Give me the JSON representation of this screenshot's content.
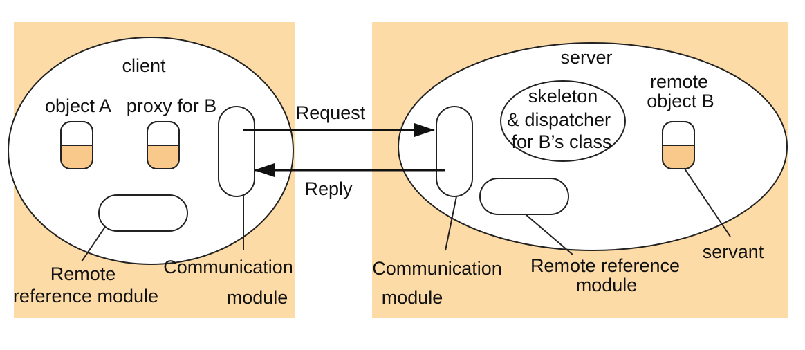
{
  "colors": {
    "panel": "#fddba7",
    "fill": "#ffffff",
    "half_fill": "#f8c98a",
    "stroke": "#222222",
    "text": "#111111"
  },
  "client": {
    "title": "client",
    "object_a": "object A",
    "proxy_b": "proxy for B",
    "rrm_line1": "Remote",
    "rrm_line2": "reference module",
    "comm_line1": "Communication",
    "comm_line2": "module"
  },
  "server": {
    "title": "server",
    "skeleton_line1": "skeleton",
    "skeleton_line2": "& dispatcher",
    "skeleton_line3": "for B’s class",
    "remote_line1": "remote",
    "remote_line2": "object B",
    "comm_line1": "Communication",
    "comm_line2": "module",
    "rrm_line1": "Remote reference",
    "rrm_line2": "module",
    "servant": "servant"
  },
  "messages": {
    "request": "Request",
    "reply": "Reply"
  }
}
